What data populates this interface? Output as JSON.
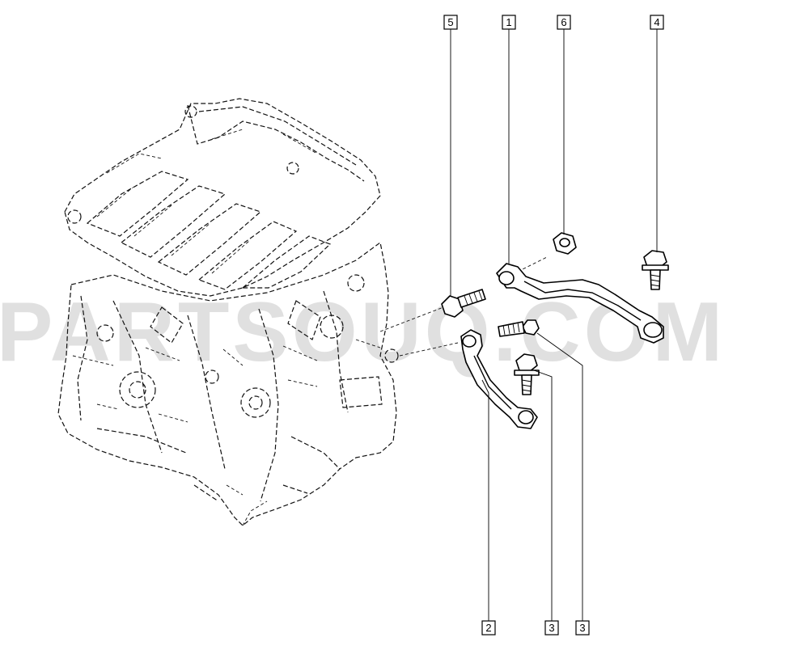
{
  "watermark": {
    "text": "PARTSOUQ.COM"
  },
  "callouts": [
    {
      "label": "5"
    },
    {
      "label": "1"
    },
    {
      "label": "6"
    },
    {
      "label": "4"
    },
    {
      "label": "2"
    },
    {
      "label": "3"
    },
    {
      "label": "3"
    }
  ]
}
